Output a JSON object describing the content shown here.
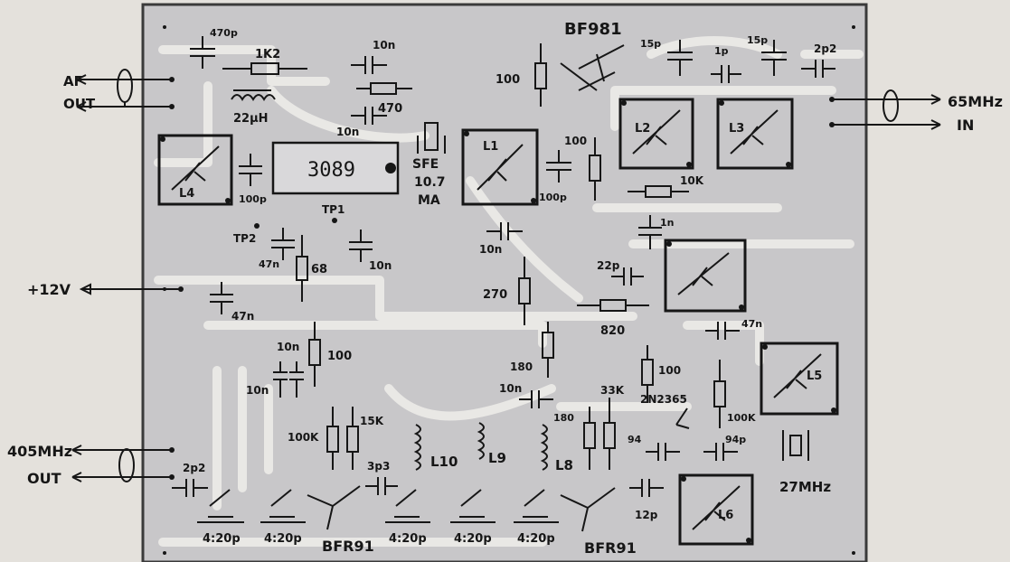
{
  "connectors": {
    "af_out": [
      "AF",
      "OUT"
    ],
    "rf_in": [
      "65MHz",
      "IN"
    ],
    "supply": "+12V",
    "rf_out": [
      "405MHz",
      "OUT"
    ]
  },
  "ic": {
    "part": "3089",
    "filter": [
      "SFE",
      "10.7",
      "MA"
    ],
    "tp1": "TP1",
    "tp2": "TP2"
  },
  "transistors": {
    "bf": "BF981",
    "bfr_a": "BFR91",
    "bfr_b": "BFR91",
    "osc": "2N2365"
  },
  "crystal": "27MHz",
  "coils": {
    "l1": "L1",
    "l2": "L2",
    "l3": "L3",
    "l4": "L4",
    "l5": "L5",
    "l6": "L6",
    "l8": "L8",
    "l9": "L9",
    "l10": "L10",
    "choke": "22μH"
  },
  "resistors": {
    "r1k2": "1K2",
    "r470": "470",
    "r100a": "100",
    "r100b": "100",
    "r10k": "10K",
    "r68": "68",
    "r270": "270",
    "r820": "820",
    "r180a": "180",
    "r100c": "100",
    "r100d": "100",
    "r100k_a": "100K",
    "r15k": "15K",
    "r33k": "33K",
    "r180b": "180",
    "r100k_b": "100K"
  },
  "capacitors": {
    "c470p": "470p",
    "c10n_a": "10n",
    "c10n_b": "10n",
    "c100p_a": "100p",
    "c100p_b": "100p",
    "c15p_a": "15p",
    "c1p": "1p",
    "c15p_b": "15p",
    "c2p2_a": "2p2",
    "c10n_c": "10n",
    "c47n_a": "47n",
    "c10n_d": "10n",
    "c47n_b": "47n",
    "c1n": "1n",
    "c22p": "22p",
    "c47n_c": "47n",
    "c10n_e": "10n",
    "c10n_f": "10n",
    "c10n_g": "10n",
    "c3p3": "3p3",
    "c2p2_b": "2p2",
    "c94_a": "94",
    "c94_b": "94p",
    "c12p": "12p"
  },
  "trimmers": [
    "4:20p",
    "4:20p",
    "4:20p",
    "4:20p",
    "4:20p"
  ]
}
